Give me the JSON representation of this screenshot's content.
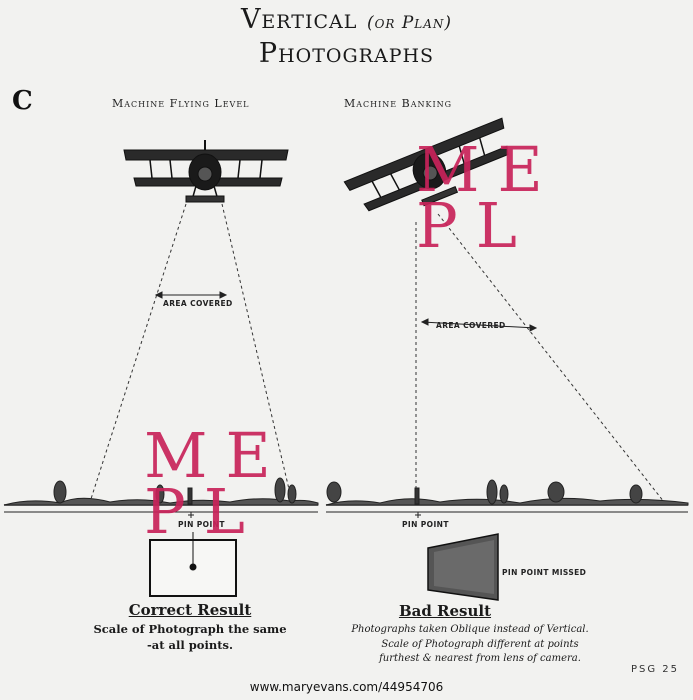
{
  "title": {
    "line1_main": "Vertical",
    "line1_small": "(or Plan)",
    "line2": "Photographs"
  },
  "panel_letter": "C",
  "left": {
    "heading": "Machine Flying Level",
    "area_label": "AREA COVERED",
    "pin_label": "PIN POINT",
    "result_title": "Correct Result",
    "result_line1": "Scale of Photograph the same",
    "result_line2": "-at all points."
  },
  "right": {
    "heading": "Machine Banking",
    "area_label": "AREA COVERED",
    "pin_label": "PIN POINT",
    "missed_label": "PIN POINT MISSED",
    "result_title": "Bad Result",
    "result_line1": "Photographs taken Oblique instead of Vertical.",
    "result_line2": "Scale of Photograph different at points",
    "result_line3": "furthest & nearest from lens of camera."
  },
  "watermark": {
    "line1": "ME",
    "line2": "PL",
    "color": "#c8235a"
  },
  "footer_url": "www.maryevans.com/44954706",
  "code": "PSG 25"
}
